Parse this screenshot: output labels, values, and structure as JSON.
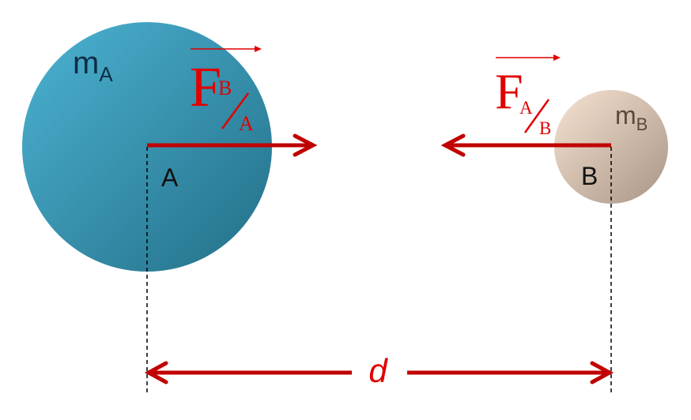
{
  "colors": {
    "background": "#ffffff",
    "body_a_light": "#4cb3d3",
    "body_a_dark": "#236f87",
    "body_b_light": "#f6e3d2",
    "body_b_dark": "#a99585",
    "force_red": "#c00000",
    "label_red": "#e00000",
    "mass_a_text": "#0e2d45",
    "mass_b_text": "#5a4a3a",
    "point_text": "#111111",
    "guide_line": "#000000"
  },
  "body_a": {
    "mass_symbol": "m",
    "mass_subscript": "A",
    "point_label": "A"
  },
  "body_b": {
    "mass_symbol": "m",
    "mass_subscript": "B",
    "point_label": "B"
  },
  "force_b_on_a": {
    "symbol": "F",
    "numerator": "B",
    "denominator": "A"
  },
  "force_a_on_b": {
    "symbol": "F",
    "numerator": "A",
    "denominator": "B"
  },
  "distance": {
    "label": "d"
  }
}
